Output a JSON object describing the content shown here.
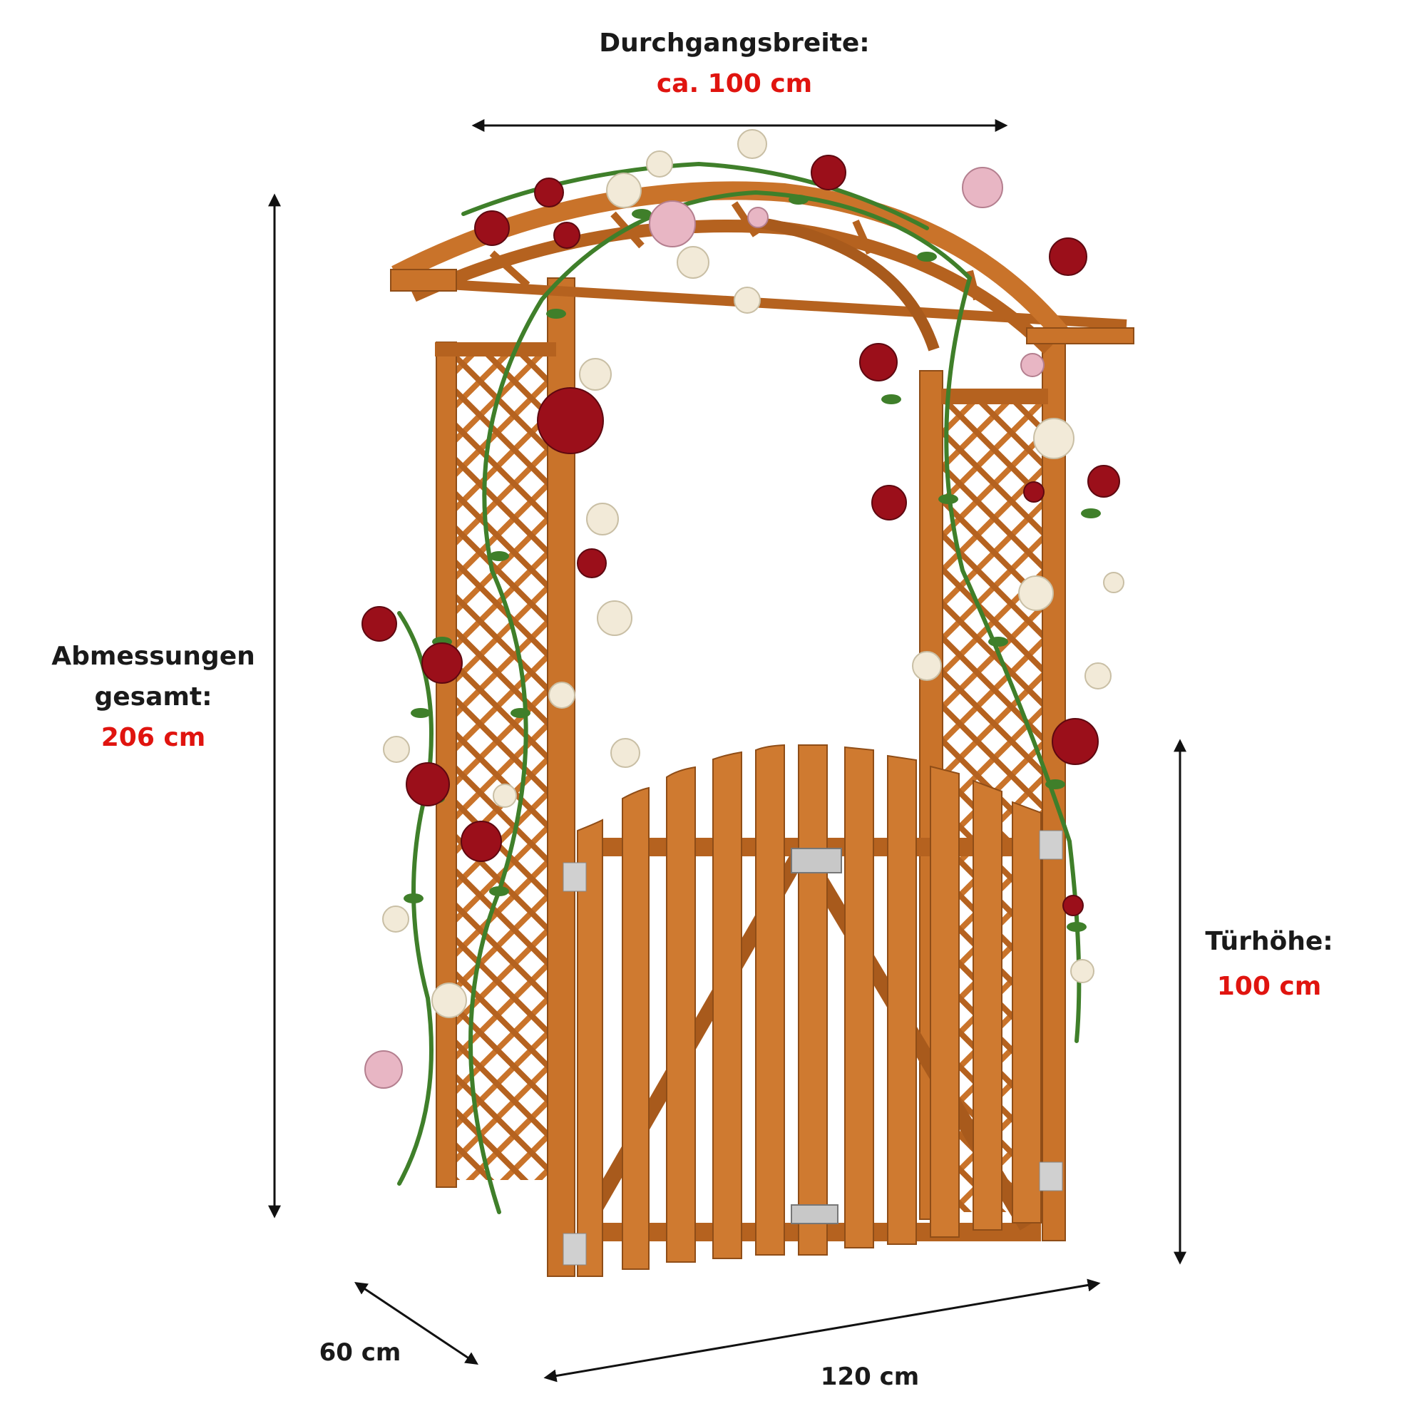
{
  "passage_width": {
    "label": "Durchgangsbreite:",
    "value": "ca. 100 cm"
  },
  "overall_dimensions": {
    "label_line1": "Abmessungen",
    "label_line2": "gesamt:",
    "value": "206 cm"
  },
  "door_height": {
    "label": "Türhöhe:",
    "value": "100 cm"
  },
  "depth": {
    "value": "60 cm"
  },
  "width": {
    "value": "120 cm"
  },
  "colors": {
    "wood": "#c9732a",
    "wood_dark": "#8f4d17",
    "rose_red": "#9b0f1a",
    "rose_white": "#f2ead8",
    "rose_pink": "#e8b6c4",
    "leaf": "#3f7f2a",
    "accent": "#e0140f"
  }
}
